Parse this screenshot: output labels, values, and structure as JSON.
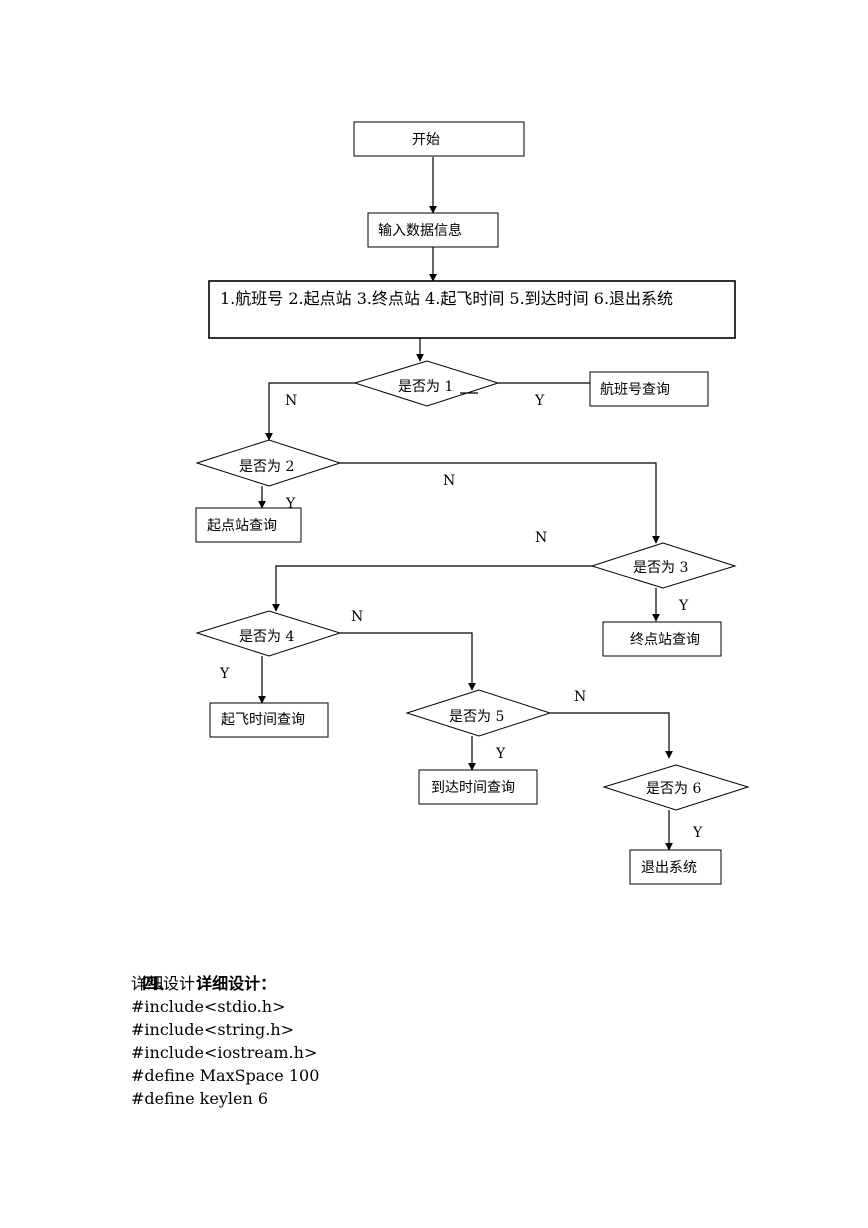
{
  "flowchart": {
    "start": "开始",
    "input": "输入数据信息",
    "menu": "1.航班号 2.起点站  3.终点站  4.起飞时间 5.到达时间    6.退出系统",
    "decisions": [
      "是否为 1",
      "是否为 2",
      "是否为 3",
      "是否为 4",
      "是否为 5",
      "是否为 6"
    ],
    "actions": [
      "航班号查询",
      "起点站查询",
      "终点站查询",
      "起飞时间查询",
      "到达时间查询",
      "退出系统"
    ],
    "yes_label": "Y",
    "no_label": "N"
  },
  "section": {
    "heading_number": "四、",
    "heading_title": "详细设计：",
    "subtitle": "详细设计：",
    "code_lines": [
      "#include<stdio.h>",
      "#include<string.h>",
      "#include<iostream.h>",
      "#define MaxSpace 100",
      "#define keylen 6"
    ]
  }
}
